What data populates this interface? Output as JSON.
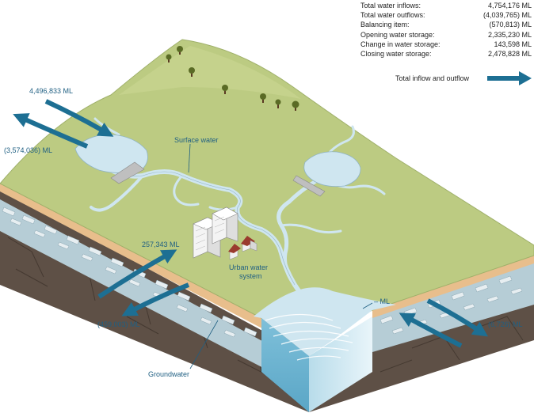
{
  "summary": [
    {
      "label": "Total water inflows:",
      "value": "4,754,176 ML"
    },
    {
      "label": "Total water outflows:",
      "value": "(4,039,765) ML"
    },
    {
      "label": "Balancing item:",
      "value": "(570,813) ML"
    },
    {
      "label": "Opening water storage:",
      "value": "2,335,230 ML"
    },
    {
      "label": "Change in water storage:",
      "value": "143,598 ML"
    },
    {
      "label": "Closing water storage:",
      "value": "2,478,828 ML"
    }
  ],
  "legend": {
    "label": "Total inflow and outflow"
  },
  "labels": {
    "surface_inflow": "4,496,833 ML",
    "surface_outflow": "(3,574,036) ML",
    "surface_water": "Surface water",
    "urban_inflow": "257,343 ML",
    "urban_line1": "Urban water",
    "urban_line2": "system",
    "urban_outflow": "(459,003) ML",
    "ocean_inflow": "– ML",
    "ocean_outflow": "(6,726) ML",
    "groundwater": "Groundwater"
  },
  "colors": {
    "arrow": "#1d6f93",
    "grass": "#bccb82",
    "water": "#cfe6f0",
    "soil": "#5e5046",
    "sand": "#e8be8c"
  }
}
